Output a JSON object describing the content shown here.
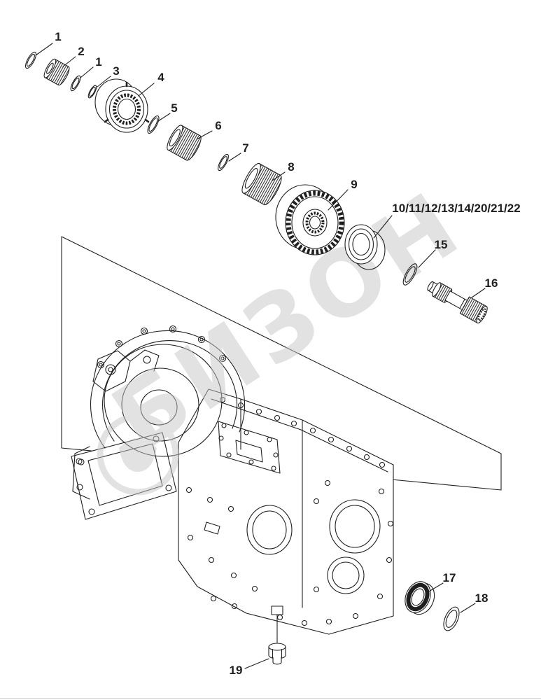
{
  "watermark": {
    "text": "БИЗОН"
  },
  "labels": {
    "n1a": "1",
    "n2": "2",
    "n1b": "1",
    "n3": "3",
    "n4": "4",
    "n5": "5",
    "n6": "6",
    "n7": "7",
    "n8": "8",
    "n9": "9",
    "n10_22": "10/11/12/13/14/20/21/22",
    "n15": "15",
    "n16": "16",
    "n17": "17",
    "n18": "18",
    "n19": "19"
  },
  "colors": {
    "background": "#ffffff",
    "line": "#1f1f1f",
    "watermark": "#c7c7c7"
  }
}
